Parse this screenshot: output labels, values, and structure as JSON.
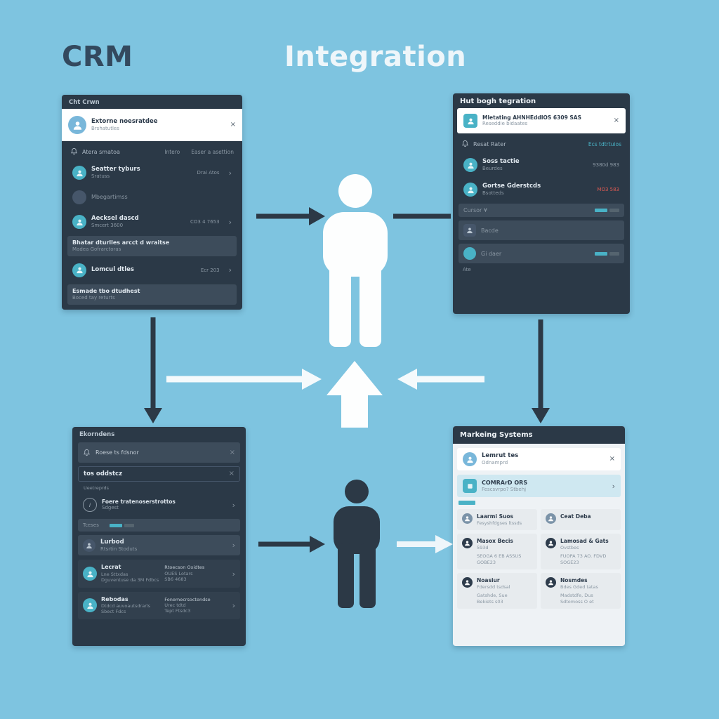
{
  "headings": {
    "crm": "CRM",
    "integration": "Integration"
  },
  "colors": {
    "background": "#7ec4e0",
    "panel_dark": "#2b3947",
    "row_dark": "#32404e",
    "accent_teal": "#49b2c6",
    "accent_blue": "#79b7da",
    "alert_red": "#e05a52",
    "arrow_dark": "#2c3946",
    "arrow_white": "#f5fafc"
  },
  "icons": {
    "close": "×",
    "chevron": "›",
    "info": "i"
  },
  "crm_panel": {
    "title": "Cht Crwn",
    "notification": {
      "title": "Extorne noesratdee",
      "subtitle": "Brshatutles"
    },
    "filter_row": {
      "label": "Atera smatoa",
      "link1": "Intero",
      "link2": "Easer a asettion"
    },
    "rows": [
      {
        "title": "Seatter tyburs",
        "subtitle": "Sratuss",
        "meta": "Drai Atos"
      },
      {
        "title": "Mbegartimss",
        "subtitle": "",
        "meta": ""
      },
      {
        "title": "Aecksel dascd",
        "subtitle": "Smcert 3600",
        "meta": "CO3 4 7653"
      },
      {
        "title": "Lomcul dtles",
        "subtitle": "",
        "meta": "Ecr 203"
      }
    ],
    "banner": {
      "title": "Bhatar dturlles arcct d wraitse",
      "subtitle": "Madea Gofrarctoras"
    },
    "footer": {
      "title": "Esmade tbo dtudhest",
      "subtitle": "Boced tay returts"
    }
  },
  "hub_panel": {
    "title": "Hut bogh tegration",
    "notification": {
      "title": "Mletating AHNHEddIOS 6309 SAS",
      "subtitle": "Reseddie bidaates"
    },
    "filter_row": {
      "label": "Resat Rater",
      "link": "Ecs tdtrtuios"
    },
    "rows": [
      {
        "title": "Soss tactie",
        "subtitle": "Beurdes",
        "meta": "9380d 983"
      },
      {
        "title": "Gortse Gderstcds",
        "subtitle": "Bsotteds",
        "meta": "MO3 583"
      }
    ],
    "progress_rows": [
      {
        "label": "Cursor ¥"
      },
      {
        "label": "Bacde"
      },
      {
        "label": "Gi daer"
      }
    ],
    "footer": "Ate"
  },
  "systems_panel": {
    "title": "Ekorndens",
    "alert_row": {
      "label": "Roese ts fdsnor"
    },
    "search_row": {
      "label": "tos oddstcz",
      "subtitle": "Ueetreprds"
    },
    "info_row": {
      "title": "Foere tratenoserstrottos",
      "subtitle": "Sdgest"
    },
    "progress_row": {
      "label": "Tceses"
    },
    "selected_row": {
      "title": "Lurbod",
      "subtitle": "Rtsrtin Stoduts"
    },
    "contacts": [
      {
        "name": "Lecrat",
        "line2": "Lne Sttxdas",
        "line3": "Dguventuse da 3M Fdbcs",
        "col2a": "Rtoecson Oxidtes",
        "col2b": "OUES Lotars",
        "col2c": "SB6 4683"
      },
      {
        "name": "Rebodas",
        "line2": "Dtdcd auvoautsdrarls",
        "line3": "Sbect Fdcs",
        "col2a": "Fonemecrsoctendse",
        "col2b": "Urec tdtd",
        "col2c": "Tept Ftsdc3"
      }
    ]
  },
  "marketing_panel": {
    "title": "Markeing Systems",
    "notification": {
      "title": "Lemrut tes",
      "subtitle": "Odnamprd"
    },
    "highlight_row": {
      "title": "COMRArD ORS",
      "subtitle": "Fescsvrpo? Stbehj"
    },
    "cards": [
      {
        "title": "Laarmi Suos",
        "line2": "Fesyshfdgses ltssds",
        "line3": "",
        "line4": ""
      },
      {
        "title": "Ceat Deba",
        "line2": "",
        "line3": "",
        "line4": ""
      },
      {
        "title": "Masox Becis",
        "line2": "593d",
        "line3": "SEOGA 6 EB ASSUS",
        "line4": "GOBE23"
      },
      {
        "title": "Lamosad & Gats",
        "line2": "Ovstbes",
        "line3": "FUOPA 73 AO. FDVD",
        "line4": "SOGE23"
      },
      {
        "title": "Noasiur",
        "line2": "Fdersdd tsdsal",
        "line3": "Gatshde, Sue",
        "line4": "Bekiets s03"
      },
      {
        "title": "Nosmdes",
        "line2": "Bdes Gded tatas",
        "line3": "Madstdfe, Dus",
        "line4": "Sdtomoss O et"
      }
    ]
  }
}
